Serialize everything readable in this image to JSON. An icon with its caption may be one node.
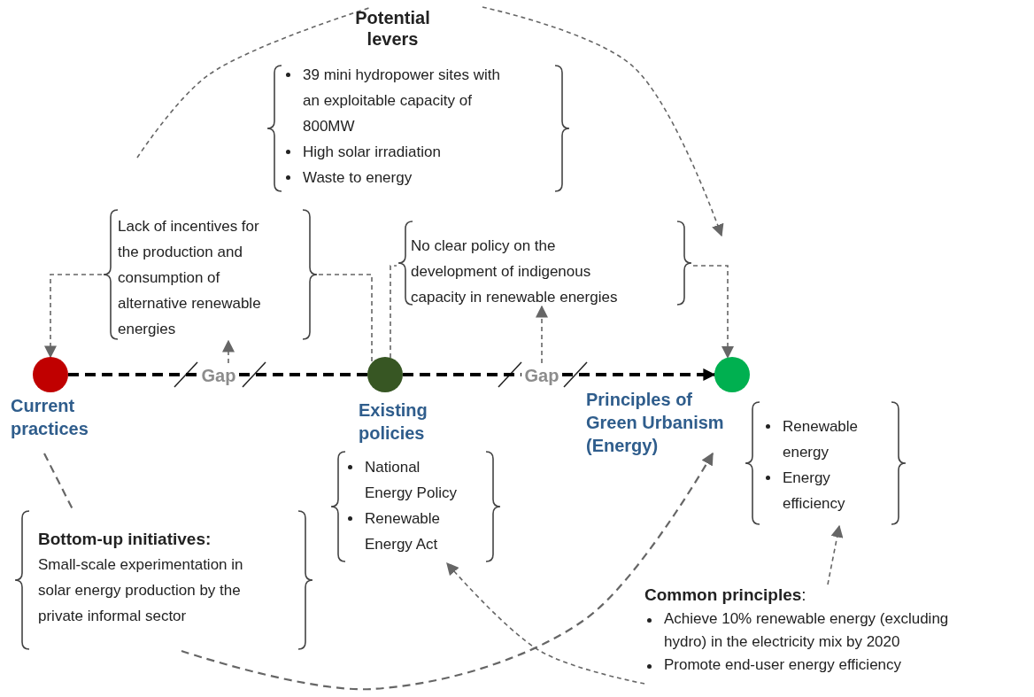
{
  "diagram": {
    "nodes": [
      {
        "text": [],
        "shape": "circle",
        "beside": [
          "Current practices"
        ]
      },
      {
        "text": [],
        "shape": "circle",
        "beside": [
          "Existing policies"
        ]
      },
      {
        "text": [],
        "shape": "circle",
        "beside": [
          "Principles of Green Urbanism (Energy)"
        ]
      },
      {
        "text": [
          "Potential levers",
          "39 mini hydropower sites with an exploitable capacity of 800MW",
          "High solar irradiation",
          "Waste to energy"
        ]
      },
      {
        "text": [
          "Lack of incentives for the production and consumption of alternative renewable energies"
        ]
      },
      {
        "text": [
          "No clear policy on the development of indigenous capacity in renewable energies"
        ]
      },
      {
        "text": [
          "National Energy Policy",
          "Renewable Energy Act"
        ]
      },
      {
        "text": [
          "Renewable energy",
          "Energy efficiency"
        ]
      },
      {
        "text": [
          "Bottom-up initiatives:",
          "Small-scale experimentation in solar energy production by the private informal sector"
        ]
      },
      {
        "text": [
          "**Common principles**:",
          "Achieve 10% renewable energy (excluding hydro) in the electricity mix by 2020",
          "Promote end-user energy efficiency"
        ]
      },
      {
        "text": [
          "Gap"
        ]
      },
      {
        "text": [
          "Gap"
        ]
      }
    ],
    "edges": [
      {
        "from": 0,
        "to": 10,
        "arrow": "none",
        "style": "dashed",
        "color": "#000000"
      },
      {
        "from": 10,
        "to": 1,
        "arrow": "none",
        "style": "dashed",
        "color": "#000000"
      },
      {
        "from": 1,
        "to": 11,
        "arrow": "none",
        "style": "dashed",
        "color": "#000000"
      },
      {
        "from": 11,
        "to": 2,
        "arrow": "to",
        "style": "dashed",
        "color": "#000000"
      },
      {
        "from": 10,
        "to": 4,
        "arrow": "to",
        "style": "dashed"
      },
      {
        "from": 11,
        "to": 5,
        "arrow": "to",
        "style": "dashed"
      },
      {
        "from": 4,
        "to": 0,
        "arrow": "to",
        "style": "dashed"
      },
      {
        "from": 4,
        "to": 1,
        "arrow": "none",
        "style": "dashed"
      },
      {
        "from": 1,
        "to": 5,
        "arrow": "none",
        "style": "dashed"
      },
      {
        "from": 5,
        "to": 2,
        "arrow": "to",
        "style": "dashed"
      },
      {
        "from": null,
        "to": 3,
        "arrow": "none",
        "style": "dashed"
      },
      {
        "from": 3,
        "to": null,
        "arrow": "to",
        "style": "dashed"
      },
      {
        "from": 0,
        "to": 8,
        "arrow": "none",
        "style": "dashed"
      },
      {
        "from": 8,
        "to": 2,
        "arrow": "to",
        "style": "dashed"
      },
      {
        "from": 9,
        "to": 6,
        "arrow": "to",
        "style": "dashed"
      },
      {
        "from": 9,
        "to": 7,
        "arrow": "to",
        "style": "dashed"
      }
    ]
  }
}
